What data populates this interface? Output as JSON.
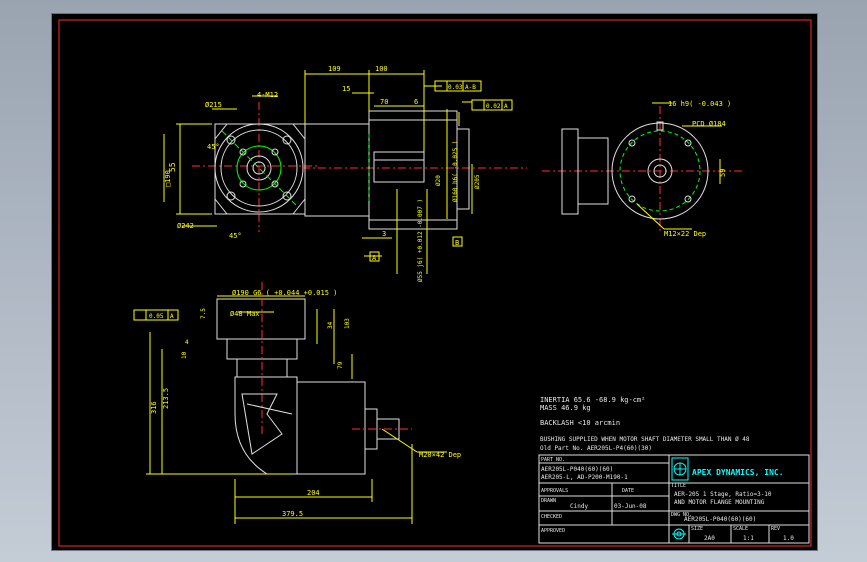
{
  "drawing": {
    "dims_top": {
      "d109": "109",
      "d100": "100",
      "d15": "15",
      "d70": "70",
      "d6": "6",
      "d3": "3",
      "m12": "4-M12",
      "phi215": "Ø215",
      "phi242": "Ø242",
      "a45a": "45°",
      "a45b": "45°",
      "sq190": "□190",
      "d55": "55",
      "phi20": "Ø20",
      "phi160": "Ø160 h6( -0.025 )",
      "phi205": "Ø205",
      "phi55": "Ø55 j6( +0.012 -0.007 )",
      "fc1_val": "0.03",
      "fc1_ref": "A-B",
      "fc2_val": "0.02",
      "fc2_ref": "A",
      "datumA": "A",
      "datumB": "B"
    },
    "dims_right": {
      "key16": "16 h9( -0.043 )",
      "pcd": "PCD Ø184",
      "d59": "59",
      "m12dep": "M12×22 Dep"
    },
    "dims_bottom": {
      "phi190": "Ø190 G6 ( +0.044 +0.015 )",
      "phi48": "Ø48 Max",
      "d34": "34",
      "d103": "103",
      "d79": "79",
      "d10": "10",
      "d75": "7.5",
      "d4": "4",
      "d2135": "213.5",
      "d316": "316",
      "d204": "204",
      "d3795": "379.5",
      "m20": "M20×42 Dep",
      "fc3_val": "0.05",
      "fc3_ref": "A"
    },
    "notes": {
      "inertia": "INERTIA   65.6 -68.9 kg-cm²",
      "mass": "MASS  46.9 kg",
      "backlash": "BACKLASH  <10 arcmin",
      "bushing": "BUSHING SUPPLIED WHEN MOTOR SHAFT DIAMETER SMALL THAN Ø 48",
      "oldpart": "Old Part No. AER205L-P4(60)(30)"
    },
    "title_block": {
      "part_no_label": "PART NO.",
      "part_no_1": "AER205L-P040(60)(60)",
      "part_no_2": "AER205-L, AD-P200-M190-1",
      "company": "APEX DYNAMICS, INC.",
      "title_label": "TITLE",
      "title_1": "AER-205 1 Stage, Ratio=3-10",
      "title_2": "AND MOTOR FLANGE MOUNTING",
      "approval_label": "APPROVALS",
      "date_label": "DATE",
      "drawn_label": "DRAWN",
      "drawn_by": "Cindy",
      "drawn_date": "03-Jun-08",
      "checked_label": "CHECKED",
      "dwg_no_label": "DWG NO.",
      "dwg_no": "AER205L-P040(60)(60)",
      "approved_label": "APPROVED",
      "size_label": "SIZE",
      "size": "2A0",
      "scale_label": "SCALE",
      "scale": "1:1",
      "rev_label": "REV",
      "rev": "1.0"
    }
  }
}
